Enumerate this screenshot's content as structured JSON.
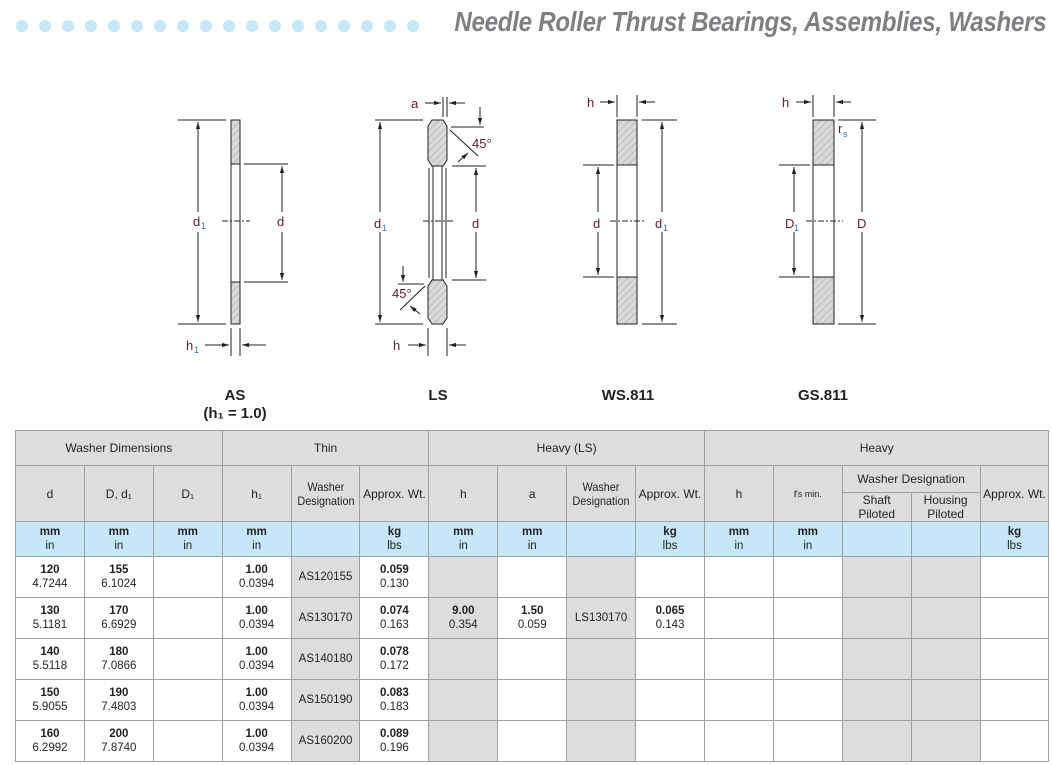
{
  "header": {
    "title": "Needle Roller Thrust Bearings, Assemblies, Washers",
    "dot_count": 18,
    "dot_color": "#c6e7f8"
  },
  "diagrams": {
    "as": {
      "caption": "AS",
      "caption2": "(h₁ = 1.0)",
      "labels": {
        "d1": "d",
        "d1_sub": "1",
        "d": "d",
        "h1": "h",
        "h1_sub": "1"
      }
    },
    "ls": {
      "caption": "LS",
      "labels": {
        "a": "a",
        "angle_top": "45°",
        "angle_bottom": "45°",
        "d1": "d",
        "d1_sub": "1",
        "d": "d",
        "h": "h"
      }
    },
    "ws": {
      "caption": "WS.811",
      "labels": {
        "h": "h",
        "d": "d",
        "d1": "d",
        "d1_sub": "1"
      }
    },
    "gs": {
      "caption": "GS.811",
      "labels": {
        "h": "h",
        "rs": "r",
        "rs_sub": "s",
        "D1": "D",
        "D1_sub": "1",
        "D": "D"
      }
    }
  },
  "table": {
    "groups": [
      "Washer Dimensions",
      "Thin",
      "Heavy (LS)",
      "Heavy"
    ],
    "columns": {
      "d": "d",
      "Dd1": "D, d₁",
      "D1": "D₁",
      "h1": "h₁",
      "thin_desig": "Washer Designation",
      "thin_wt": "Approx. Wt.",
      "ls_h": "h",
      "ls_a": "a",
      "ls_desig": "Washer Designation",
      "ls_wt": "Approx. Wt.",
      "hv_h": "h",
      "hv_rs": "r",
      "hv_rs_sub": "s min.",
      "hv_desig": "Washer Designation",
      "hv_shaft": "Shaft Piloted",
      "hv_housing": "Housing Piloted",
      "hv_wt": "Approx. Wt."
    },
    "units": {
      "mm": "mm",
      "in": "in",
      "kg": "kg",
      "lbs": "lbs"
    },
    "rows": [
      {
        "d": [
          "120",
          "4.7244"
        ],
        "Dd1": [
          "155",
          "6.1024"
        ],
        "h1": [
          "1.00",
          "0.0394"
        ],
        "thin_desig": "AS120155",
        "thin_wt": [
          "0.059",
          "0.130"
        ]
      },
      {
        "d": [
          "130",
          "5.1181"
        ],
        "Dd1": [
          "170",
          "6.6929"
        ],
        "h1": [
          "1.00",
          "0.0394"
        ],
        "thin_desig": "AS130170",
        "thin_wt": [
          "0.074",
          "0.163"
        ],
        "ls_h": [
          "9.00",
          "0.354"
        ],
        "ls_a": [
          "1.50",
          "0.059"
        ],
        "ls_desig": "LS130170",
        "ls_wt": [
          "0.065",
          "0.143"
        ]
      },
      {
        "d": [
          "140",
          "5.5118"
        ],
        "Dd1": [
          "180",
          "7.0866"
        ],
        "h1": [
          "1.00",
          "0.0394"
        ],
        "thin_desig": "AS140180",
        "thin_wt": [
          "0.078",
          "0.172"
        ]
      },
      {
        "d": [
          "150",
          "5.9055"
        ],
        "Dd1": [
          "190",
          "7.4803"
        ],
        "h1": [
          "1.00",
          "0.0394"
        ],
        "thin_desig": "AS150190",
        "thin_wt": [
          "0.083",
          "0.183"
        ]
      },
      {
        "d": [
          "160",
          "6.2992"
        ],
        "Dd1": [
          "200",
          "7.8740"
        ],
        "h1": [
          "1.00",
          "0.0394"
        ],
        "thin_desig": "AS160200",
        "thin_wt": [
          "0.089",
          "0.196"
        ]
      }
    ]
  }
}
